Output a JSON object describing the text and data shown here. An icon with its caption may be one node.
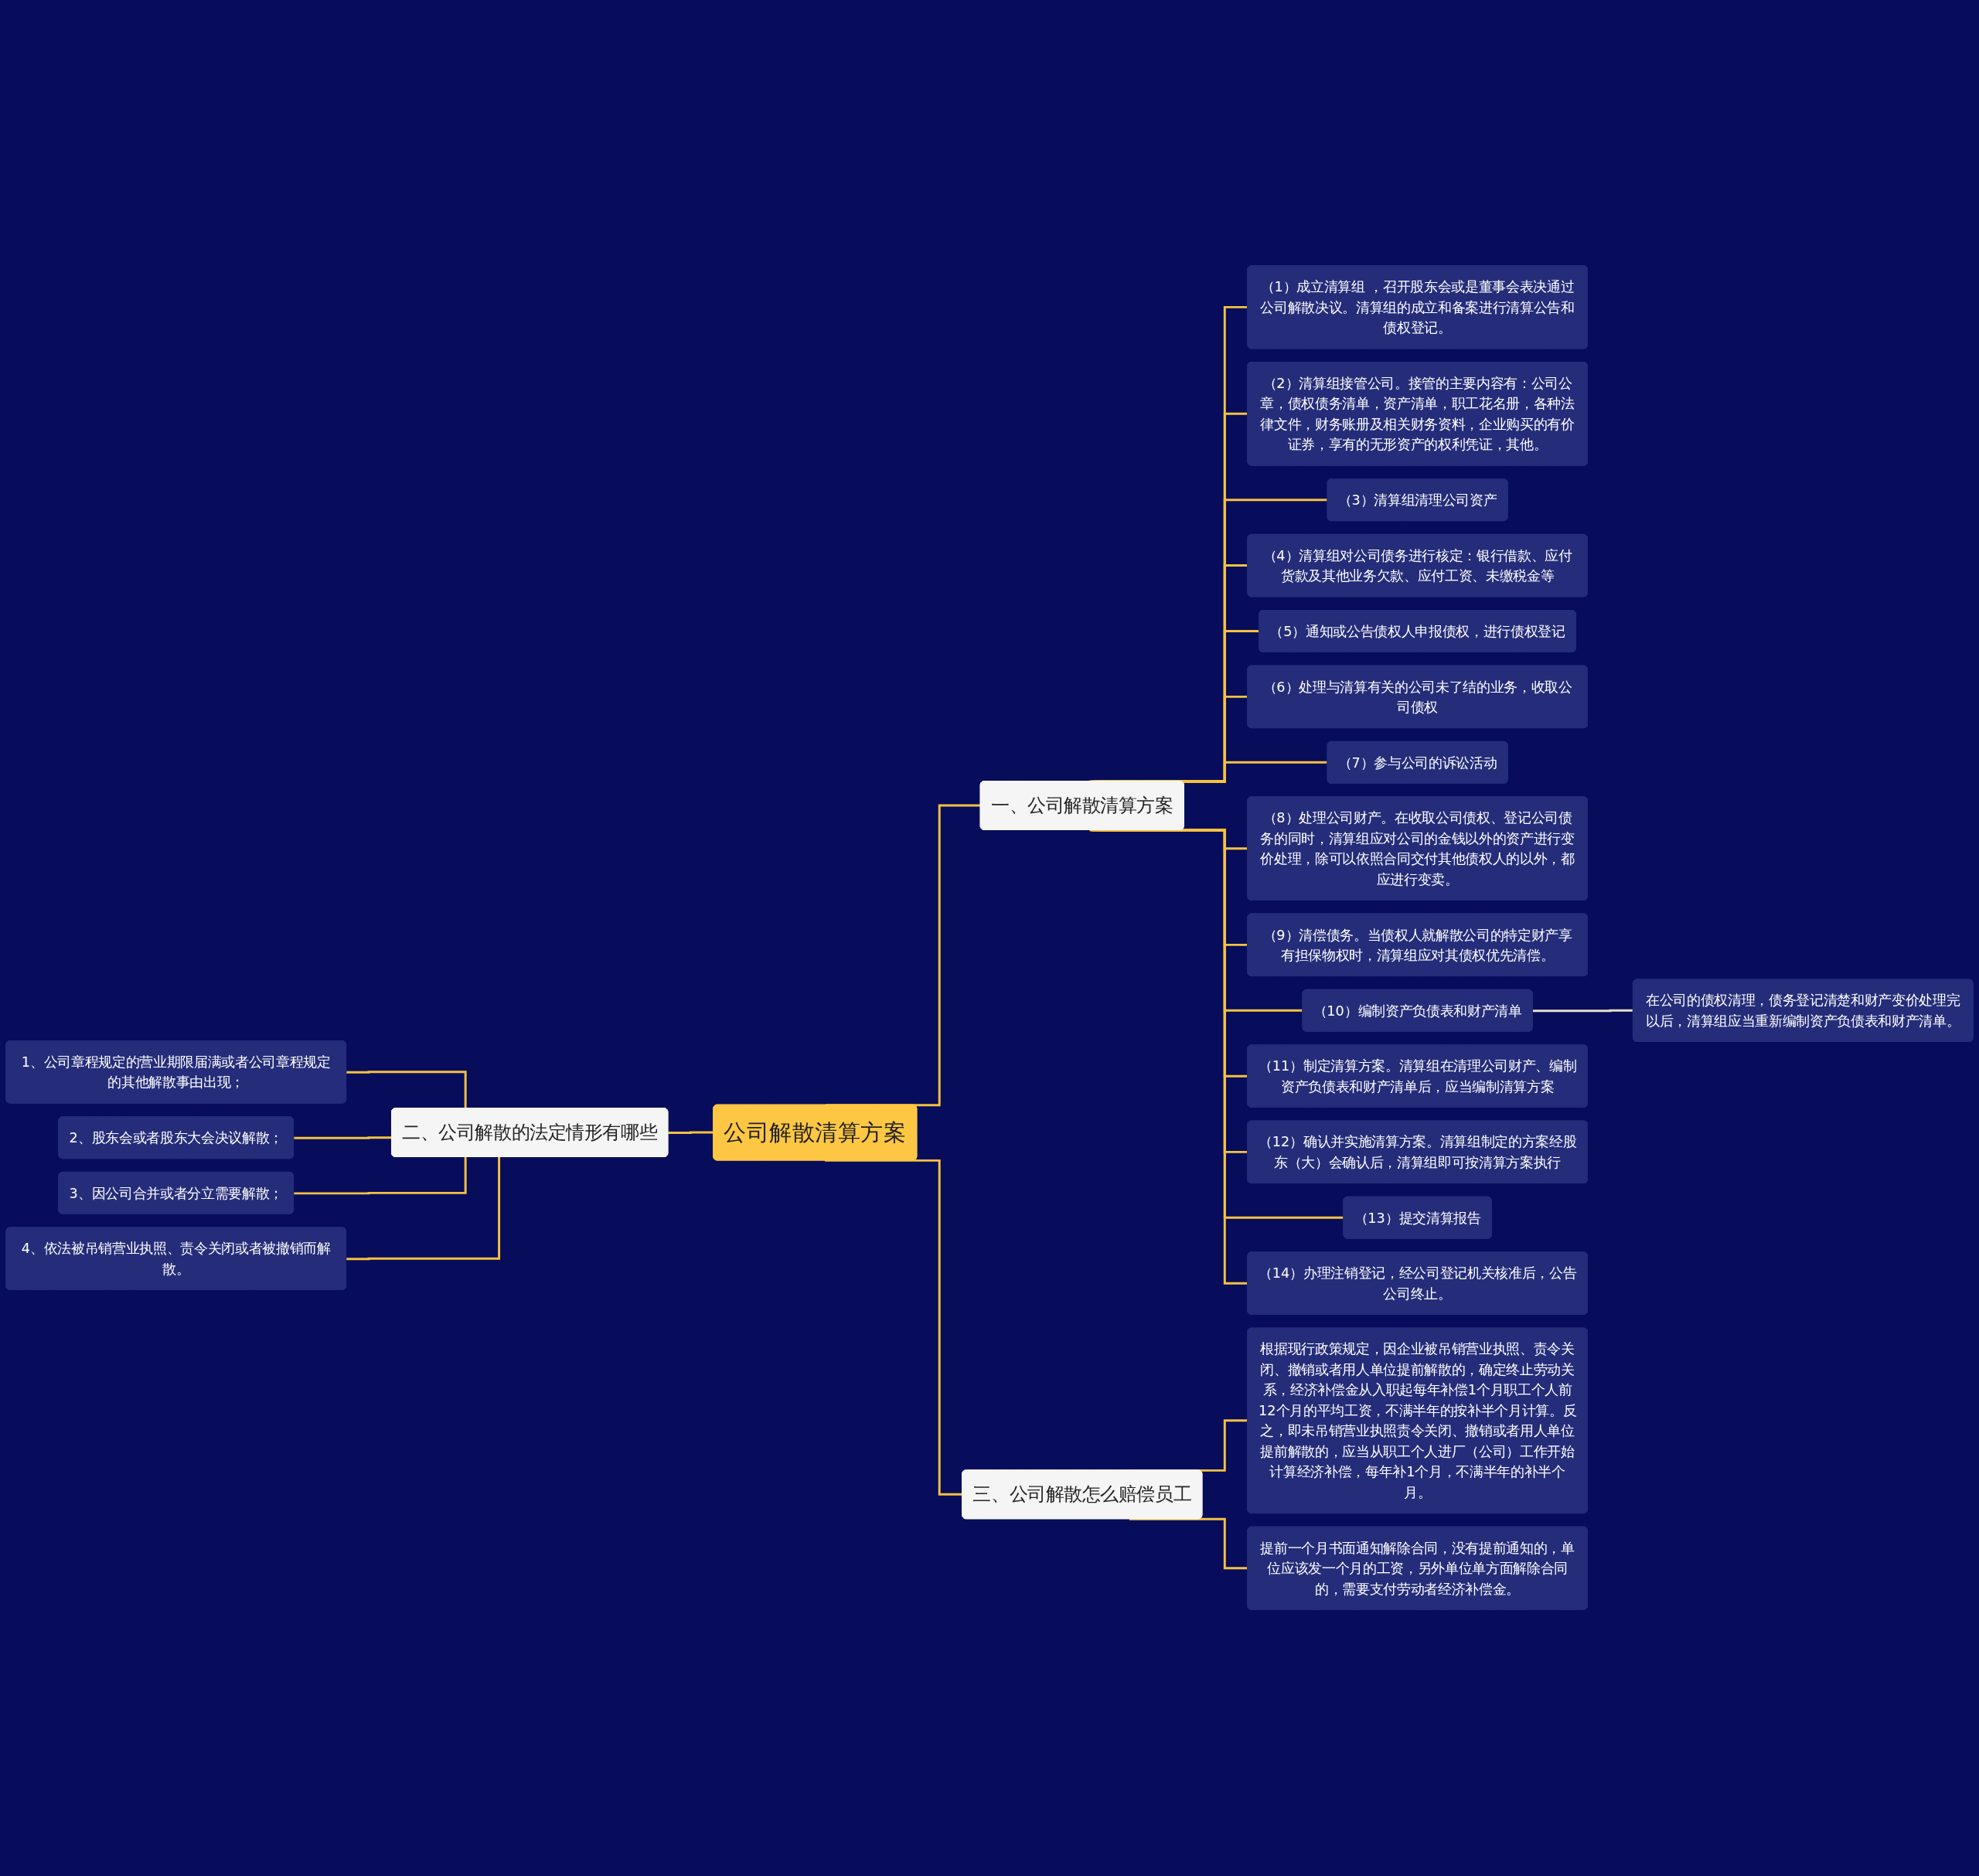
{
  "diagram": {
    "nodes": [
      {
        "text": [
          "公司解散清算方案"
        ]
      },
      {
        "text": [
          "一、公司解散清算方案"
        ]
      },
      {
        "text": [
          "（1）成立清算组 ，召开股东会或是董事会表决通过公司解散决议。清算组的成立和备案进行清算公告和债权登记。"
        ]
      },
      {
        "text": [
          "（2）清算组接管公司。接管的主要内容有：公司公章，债权债务清单，资产清单，职工花名册，各种法律文件，财务账册及相关财务资料，企业购买的有价证券，享有的无形资产的权利凭证，其他。"
        ]
      },
      {
        "text": [
          "（3）清算组清理公司资产"
        ]
      },
      {
        "text": [
          "（4）清算组对公司债务进行核定：银行借款、应付货款及其他业务欠款、应付工资、未缴税金等"
        ]
      },
      {
        "text": [
          "（5）通知或公告债权人申报债权，进行债权登记"
        ]
      },
      {
        "text": [
          "（6）处理与清算有关的公司未了结的业务，收取公司债权"
        ]
      },
      {
        "text": [
          "（7）参与公司的诉讼活动"
        ]
      },
      {
        "text": [
          "（8）处理公司财产。在收取公司债权、登记公司债务的同时，清算组应对公司的金钱以外的资产进行变价处理，除可以依照合同交付其他债权人的以外，都应进行变卖。"
        ]
      },
      {
        "text": [
          "（9）清偿债务。当债权人就解散公司的特定财产享有担保物权时，清算组应对其债权优先清偿。"
        ]
      },
      {
        "text": [
          "（10）编制资产负债表和财产清单"
        ]
      },
      {
        "text": [
          "在公司的债权清理，债务登记清楚和财产变价处理完以后，清算组应当重新编制资产负债表和财产清单。"
        ]
      },
      {
        "text": [
          "（11）制定清算方案。清算组在清理公司财产、编制资产负债表和财产清单后，应当编制清算方案"
        ]
      },
      {
        "text": [
          "（12）确认并实施清算方案。清算组制定的方案经股东（大）会确认后，清算组即可按清算方案执行"
        ]
      },
      {
        "text": [
          "（13）提交清算报告"
        ]
      },
      {
        "text": [
          "（14）办理注销登记，经公司登记机关核准后，公告公司终止。"
        ]
      },
      {
        "text": [
          "二、公司解散的法定情形有哪些"
        ]
      },
      {
        "text": [
          "1、公司章程规定的营业期限届满或者公司章程规定的其他解散事由出现；"
        ]
      },
      {
        "text": [
          "2、股东会或者股东大会决议解散；"
        ]
      },
      {
        "text": [
          "3、因公司合并或者分立需要解散；"
        ]
      },
      {
        "text": [
          "4、依法被吊销营业执照、责令关闭或者被撤销而解散。"
        ]
      },
      {
        "text": [
          "三、公司解散怎么赔偿员工"
        ]
      },
      {
        "text": [
          "根据现行政策规定，因企业被吊销营业执照、责令关闭、撤销或者用人单位提前解散的，确定终止劳动关系，经济补偿金从入职起每年补偿1个月职工个人前12个月的平均工资，不满半年的按补半个月计算。反之，即未吊销营业执照责令关闭、撤销或者用人单位提前解散的，应当从职工个人进厂（公司）工作开始计算经济补偿，每年补1个月，不满半年的补半个月。"
        ]
      },
      {
        "text": [
          "提前一个月书面通知解除合同，没有提前通知的，单位应该发一个月的工资，另外单位单方面解除合同的，需要支付劳动者经济补偿金。"
        ]
      }
    ],
    "edges": [
      {
        "from": 0,
        "to": 1,
        "arrow": "none"
      },
      {
        "from": 1,
        "to": 2,
        "arrow": "none"
      },
      {
        "from": 1,
        "to": 3,
        "arrow": "none"
      },
      {
        "from": 1,
        "to": 4,
        "arrow": "none"
      },
      {
        "from": 1,
        "to": 5,
        "arrow": "none"
      },
      {
        "from": 1,
        "to": 6,
        "arrow": "none"
      },
      {
        "from": 1,
        "to": 7,
        "arrow": "none"
      },
      {
        "from": 1,
        "to": 8,
        "arrow": "none"
      },
      {
        "from": 1,
        "to": 9,
        "arrow": "none"
      },
      {
        "from": 1,
        "to": 10,
        "arrow": "none"
      },
      {
        "from": 1,
        "to": 11,
        "arrow": "none"
      },
      {
        "from": 11,
        "to": 12,
        "arrow": "none",
        "color": "#e6e0cc"
      },
      {
        "from": 1,
        "to": 13,
        "arrow": "none"
      },
      {
        "from": 1,
        "to": 14,
        "arrow": "none"
      },
      {
        "from": 1,
        "to": 15,
        "arrow": "none"
      },
      {
        "from": 1,
        "to": 16,
        "arrow": "none"
      },
      {
        "from": 0,
        "to": 17,
        "arrow": "none"
      },
      {
        "from": 17,
        "to": 18,
        "arrow": "none"
      },
      {
        "from": 17,
        "to": 19,
        "arrow": "none"
      },
      {
        "from": 17,
        "to": 20,
        "arrow": "none"
      },
      {
        "from": 17,
        "to": 21,
        "arrow": "none"
      },
      {
        "from": 0,
        "to": 22,
        "arrow": "none"
      },
      {
        "from": 22,
        "to": 23,
        "arrow": "none"
      },
      {
        "from": 22,
        "to": 24,
        "arrow": "none"
      }
    ]
  }
}
